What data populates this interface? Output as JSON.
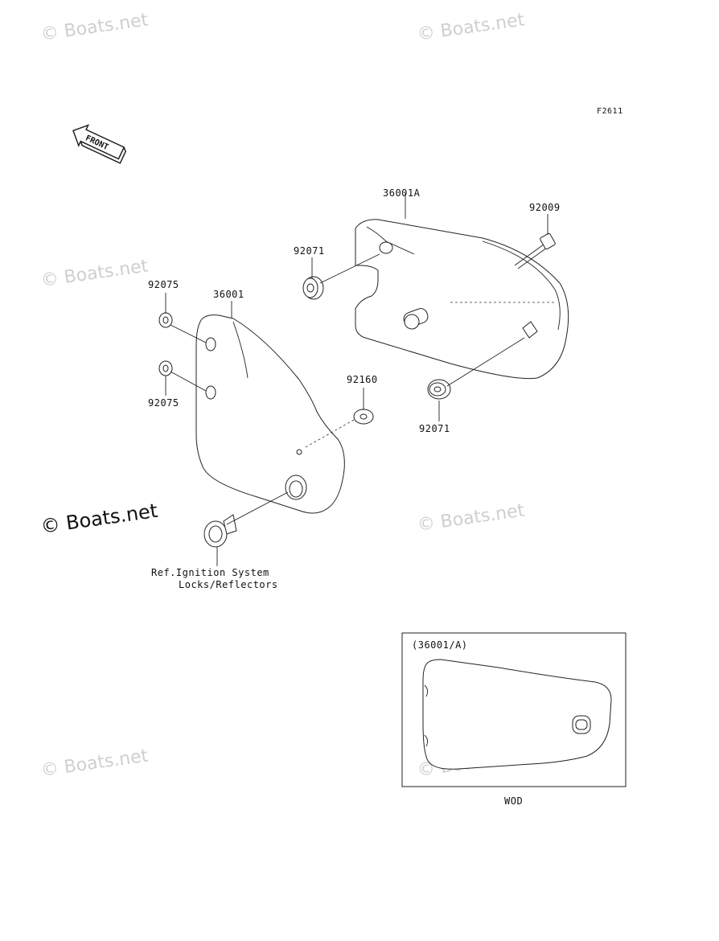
{
  "diagram": {
    "figure_code": "F2611",
    "front_arrow_text": "FRONT",
    "parts": [
      {
        "id": "p36001A",
        "label": "36001A"
      },
      {
        "id": "p92009",
        "label": "92009"
      },
      {
        "id": "p92071a",
        "label": "92071"
      },
      {
        "id": "p92071b",
        "label": "92071"
      },
      {
        "id": "p92075a",
        "label": "92075"
      },
      {
        "id": "p92075b",
        "label": "92075"
      },
      {
        "id": "p36001",
        "label": "36001"
      },
      {
        "id": "p92160",
        "label": "92160"
      }
    ],
    "reference_note": {
      "line1": "Ref.Ignition System",
      "line2": "Locks/Reflectors"
    },
    "inset": {
      "title": "(36001/A)",
      "caption": "WOD"
    }
  },
  "watermarks": {
    "text": "© Boats.net"
  },
  "colors": {
    "line": "#222222",
    "watermark": "#cfcfcf",
    "background": "#ffffff"
  }
}
